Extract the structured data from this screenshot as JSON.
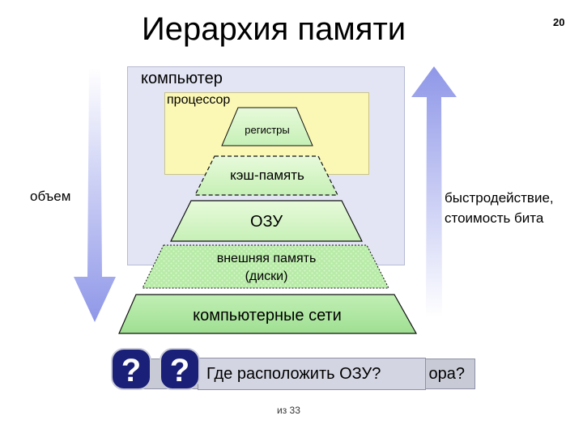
{
  "slide": {
    "title": "Иерархия памяти",
    "number": "20",
    "footer": "из 33"
  },
  "computer": {
    "label": "компьютер"
  },
  "processor": {
    "label": "процессор"
  },
  "levels": [
    {
      "label": "регистры"
    },
    {
      "label": "кэш-память"
    },
    {
      "label": "ОЗУ"
    },
    {
      "label": "внешняя память"
    },
    {
      "label": "(диски)"
    },
    {
      "label": "компьютерные сети"
    }
  ],
  "arrows": {
    "down_label": "объем",
    "up_label_line1": "быстродействие,",
    "up_label_line2": "стоимость бита"
  },
  "questions": {
    "front": "Где расположить ОЗУ?",
    "back_tail": "ора?"
  },
  "colors": {
    "computer_box": "#e3e5f4",
    "processor_box": "#fbf7b4",
    "arrow": "#8f97e8",
    "level_light": "#e3f8d4",
    "level_dark": "#a5e39a",
    "question_badge": "#1a1f78"
  }
}
